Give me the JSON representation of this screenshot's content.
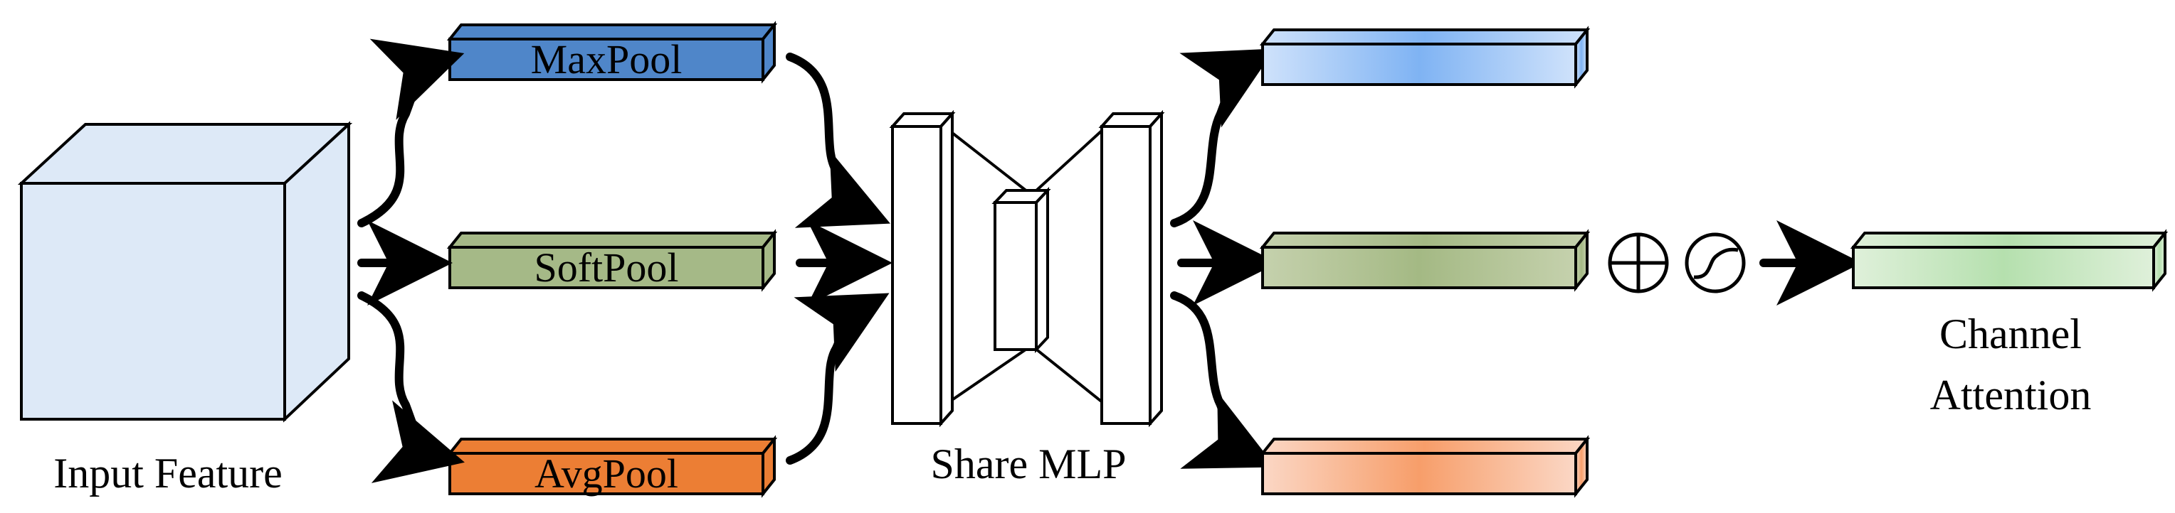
{
  "input_feature": {
    "label": "Input Feature",
    "color": "#dde9f7"
  },
  "pools": [
    {
      "key": "max",
      "label": "MaxPool",
      "color": "#4f86c9"
    },
    {
      "key": "soft",
      "label": "SoftPool",
      "color": "#a5b987"
    },
    {
      "key": "avg",
      "label": "AvgPool",
      "color": "#ec7e34"
    }
  ],
  "mlp": {
    "label": "Share MLP"
  },
  "outputs": [
    {
      "key": "out-max",
      "color_edge": "#cfe2fb",
      "color_mid": "#7fb3f3"
    },
    {
      "key": "out-soft",
      "color_edge": "#c5d1ad",
      "color_mid": "#a4b984"
    },
    {
      "key": "out-avg",
      "color_edge": "#fbd7c5",
      "color_mid": "#f79e6a"
    }
  ],
  "operators": {
    "add": "add-circle-icon",
    "activation": "sigmoid-circle-icon"
  },
  "attention": {
    "label_line1": "Channel",
    "label_line2": "Attention",
    "color_edge": "#dff0da",
    "color_mid": "#b5e0ae"
  }
}
